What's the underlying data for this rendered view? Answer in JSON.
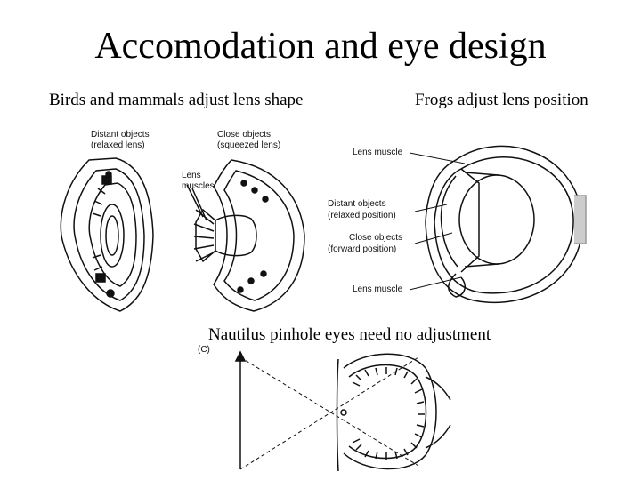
{
  "title": "Accomodation and eye design",
  "captions": {
    "left": "Birds and mammals adjust lens shape",
    "right": "Frogs adjust lens position",
    "bottom": "Nautilus pinhole eyes need no adjustment"
  },
  "figure_labels": {
    "distant_relaxed_line1": "Distant objects",
    "distant_relaxed_line2": "(relaxed lens)",
    "close_squeezed_line1": "Close objects",
    "close_squeezed_line2": "(squeezed lens)",
    "lens_muscles_line1": "Lens",
    "lens_muscles_line2": "muscles",
    "frog_lens_muscle_top": "Lens muscle",
    "frog_distant_line1": "Distant objects",
    "frog_distant_line2": "(relaxed position)",
    "frog_close_line1": "Close objects",
    "frog_close_line2": "(forward position)",
    "frog_lens_muscle_bottom": "Lens muscle",
    "panel_c": "(C)"
  }
}
